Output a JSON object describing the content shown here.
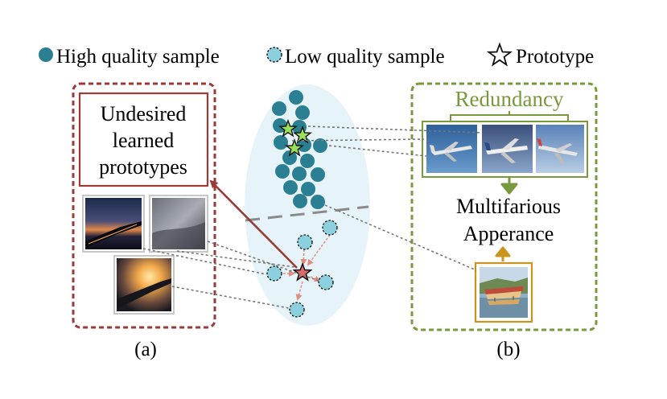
{
  "legend": {
    "high_quality": "High quality sample",
    "low_quality": "Low quality sample",
    "prototype": "Prototype"
  },
  "panel_a": {
    "caption": "(a)",
    "box_text": [
      "Undesired",
      "learned",
      "prototypes"
    ]
  },
  "panel_b": {
    "caption": "(b)",
    "redundancy": "Redundancy",
    "multifarious": [
      "Multifarious",
      "Apperance"
    ]
  },
  "colors": {
    "high_quality_fill": "#2b7f93",
    "low_quality_fill": "#8ccfde",
    "ellipse_fill": "#e6f4f9",
    "panel_a_border": "#9b3a36",
    "panel_b_border": "#789a3c",
    "redundancy_text": "#789a3c",
    "prototype_green": "#9be05a",
    "prototype_red": "#e06a6a",
    "gold_arrow": "#c9951e"
  }
}
